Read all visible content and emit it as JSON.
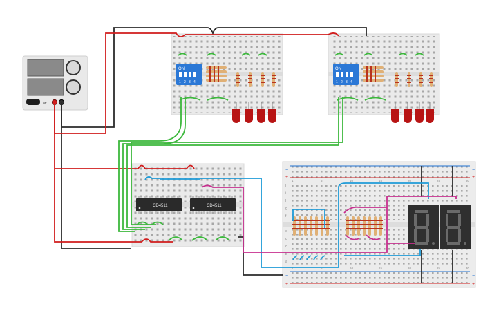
{
  "power_supply": {
    "button_label": "off"
  },
  "dip_switch": {
    "on_label": "ON",
    "numbers": [
      "1",
      "2",
      "3",
      "4"
    ]
  },
  "chips": {
    "left_label": "CD4511",
    "right_label": "CD4511"
  },
  "breadboard_large": {
    "row_letters_top": [
      "j",
      "i",
      "h",
      "g",
      "f"
    ],
    "row_letters_bottom": [
      "e",
      "d",
      "c",
      "b",
      "a"
    ],
    "column_numbers": [
      "1",
      "5",
      "10",
      "15",
      "20",
      "25",
      "30"
    ]
  },
  "colors": {
    "wire_red": "#d11d1d",
    "wire_black": "#2b2b2b",
    "wire_green": "#3db83d",
    "wire_blue": "#1e9bd7",
    "wire_magenta": "#c72f8f",
    "led_red": "#b81414",
    "dip_blue": "#2b78d6",
    "display_body": "#2f2f2f",
    "display_segment": "#6a6a6a"
  }
}
